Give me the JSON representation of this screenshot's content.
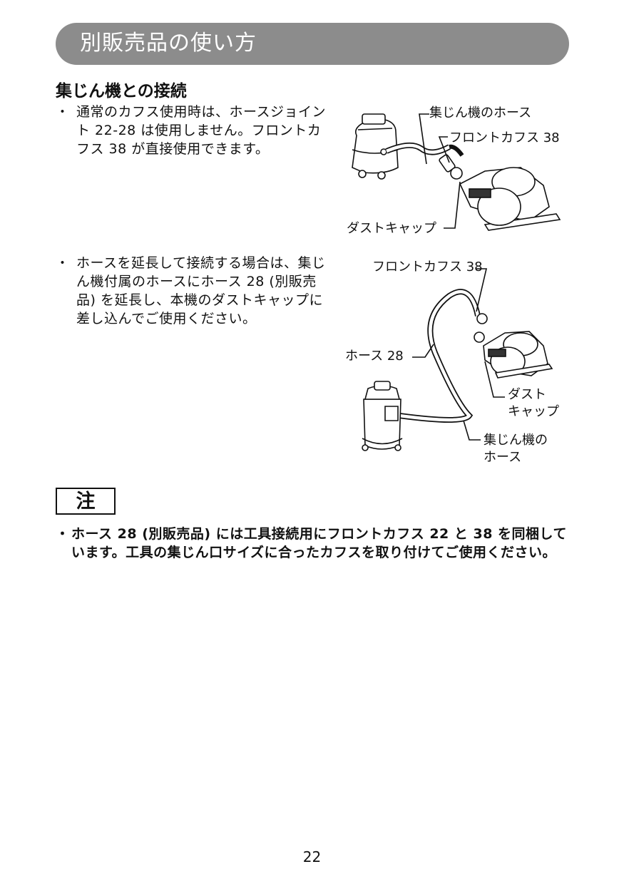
{
  "header": {
    "title": "別販売品の使い方"
  },
  "section": {
    "title": "集じん機との接続"
  },
  "bullets": [
    {
      "mark": "・",
      "text": "通常のカフス使用時は、ホースジョイント 22-28 は使用しません。フロントカフス 38 が直接使用できます。"
    },
    {
      "mark": "・",
      "text": "ホースを延長して接続する場合は、集じん機付属のホースにホース 28 (別販売品) を延長し、本機のダストキャップに差し込んでご使用ください。"
    }
  ],
  "figure1": {
    "labels": {
      "hose": "集じん機のホース",
      "cuff": "フロントカフス 38",
      "cap": "ダストキャップ"
    }
  },
  "figure2": {
    "labels": {
      "cuff": "フロントカフス 38",
      "hose28": "ホース 28",
      "cap_line1": "ダスト",
      "cap_line2": "キャップ",
      "hose_line1": "集じん機の",
      "hose_line2": "ホース"
    }
  },
  "note": {
    "label": "注",
    "mark": "・",
    "text": "ホース 28 (別販売品) には工具接続用にフロントカフス 22 と 38 を同梱しています。工具の集じん口サイズに合ったカフスを取り付けてご使用ください。"
  },
  "page_number": "22"
}
